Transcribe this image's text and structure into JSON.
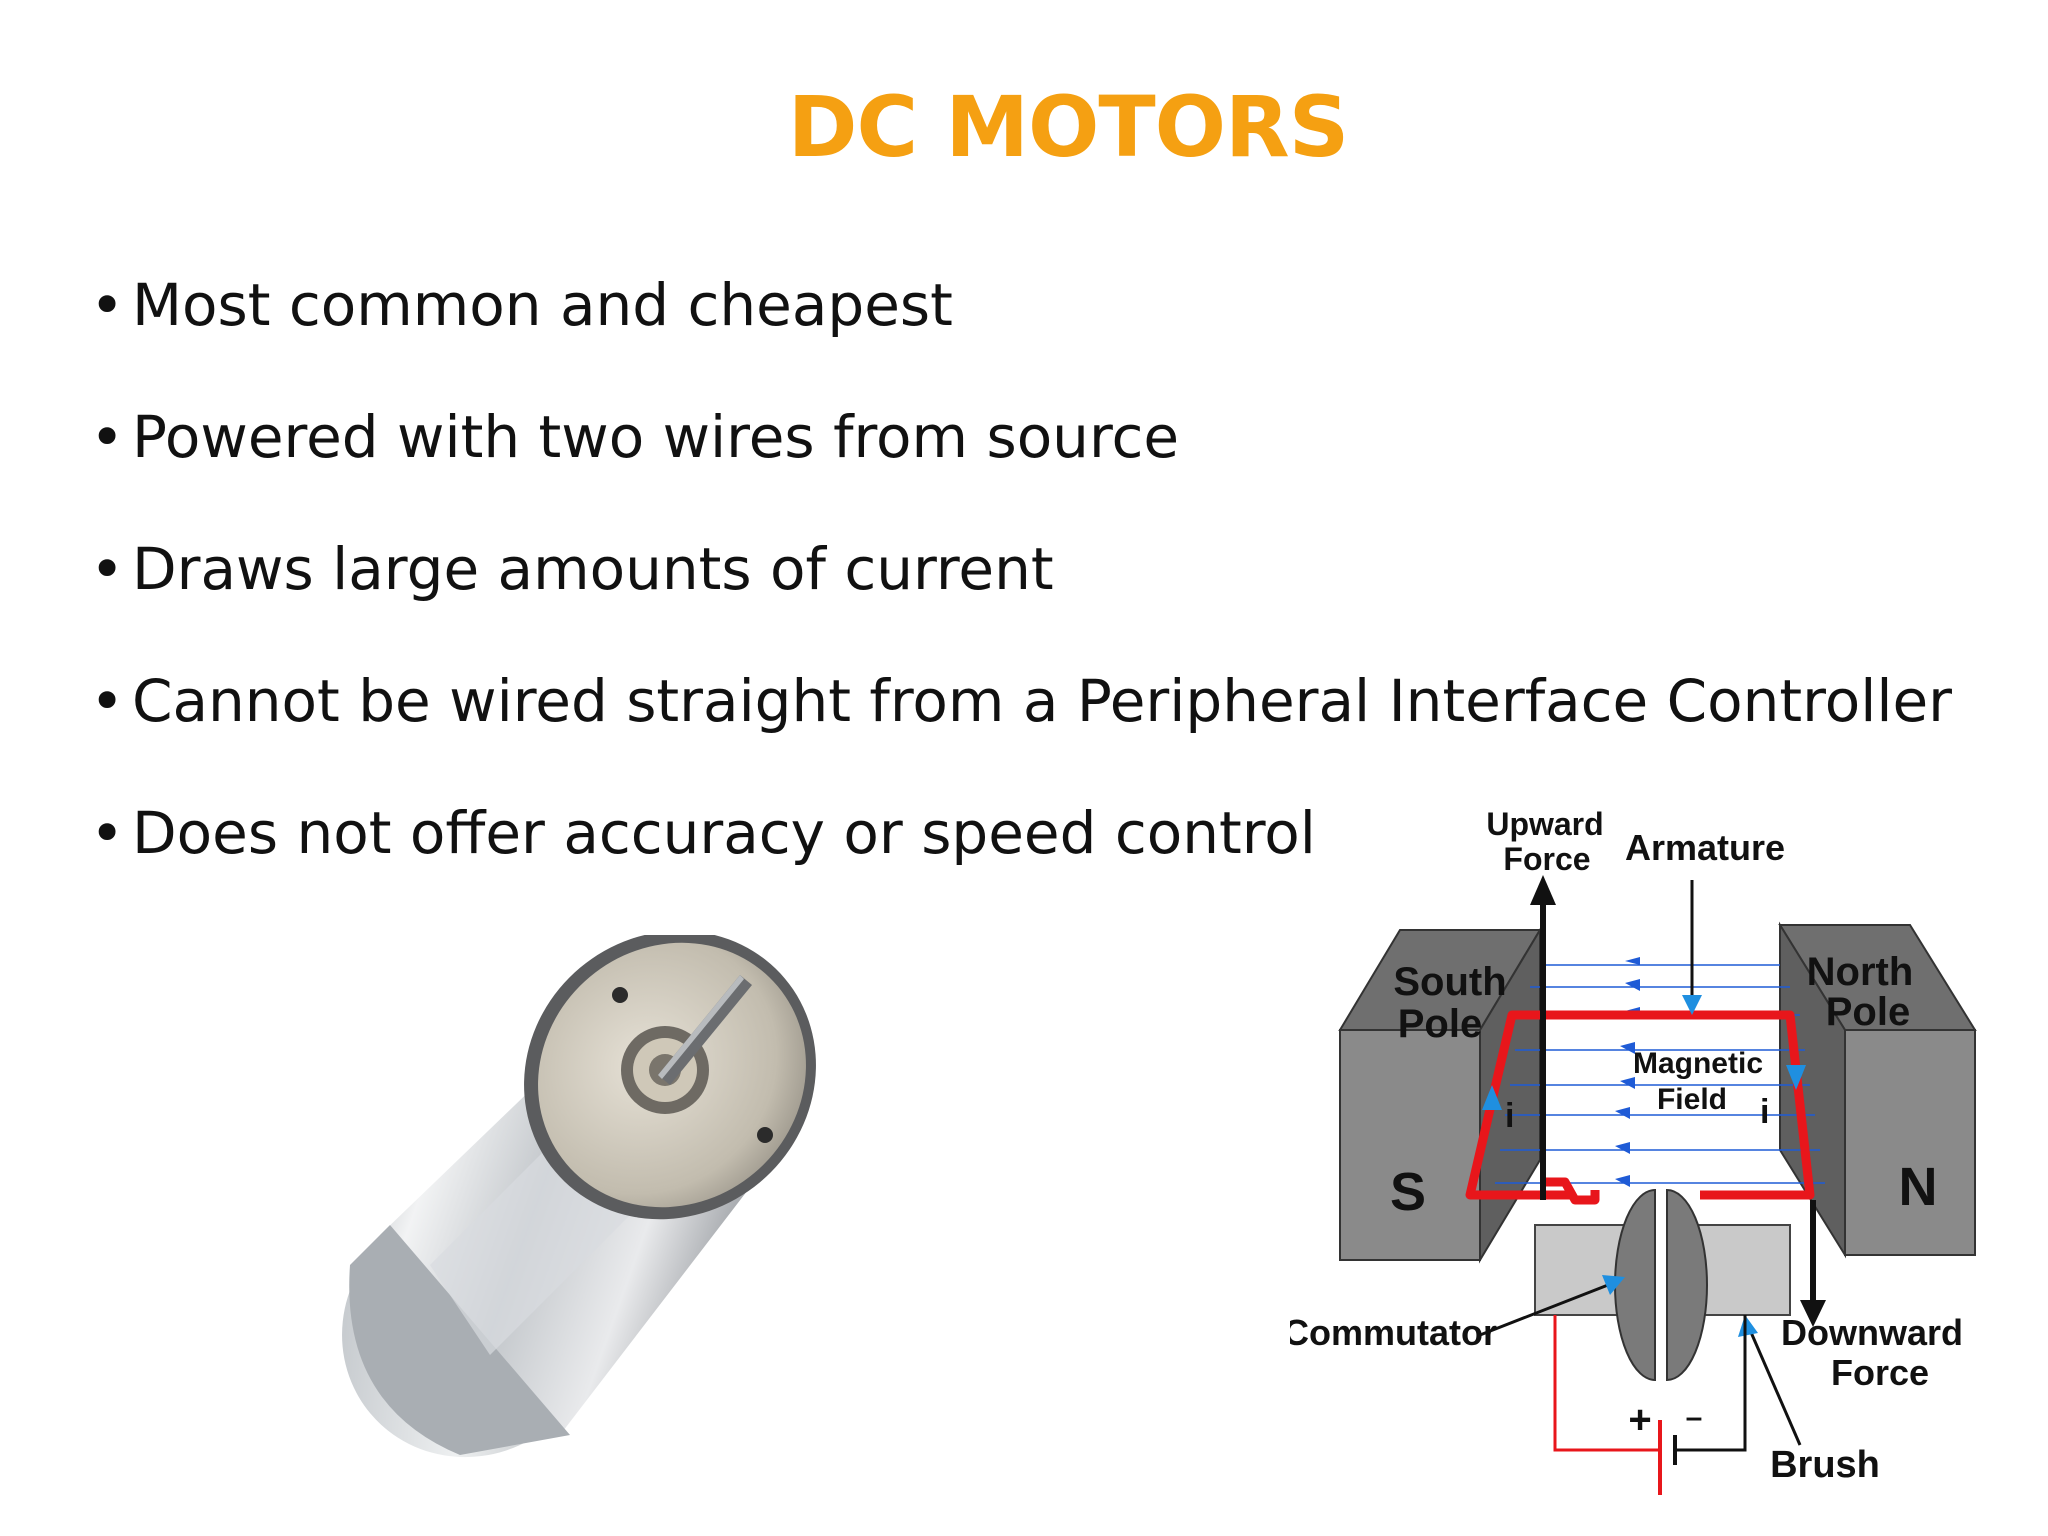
{
  "slide": {
    "title": "DC MOTORS",
    "title_color": "#f5a012",
    "bullets": [
      "Most common and cheapest",
      "Powered with two wires from source",
      "Draws large amounts of current",
      "Cannot be wired straight from a Peripheral Interface Controller",
      "Does not offer accuracy or speed control"
    ]
  },
  "diagram": {
    "labels": {
      "upward_force_1": "Upward",
      "upward_force_2": "Force",
      "armature": "Armature",
      "south_pole_1": "South",
      "south_pole_2": "Pole",
      "north_pole_1": "North",
      "north_pole_2": "Pole",
      "magnetic_field_1": "Magnetic",
      "magnetic_field_2": "Field",
      "current_left": "i",
      "current_right": "i",
      "south_letter": "S",
      "north_letter": "N",
      "commutator": "Commutator",
      "downward_force_1": "Downward",
      "downward_force_2": "Force",
      "brush": "Brush",
      "plus": "+",
      "minus": "–"
    },
    "colors": {
      "armature": "#e8161b",
      "field_lines": "#1f5bd6",
      "pole_front": "#8a8a8a",
      "pole_top": "#6f6f6f",
      "brush": "#c9c9c9",
      "commutator": "#7a7a7a"
    }
  }
}
